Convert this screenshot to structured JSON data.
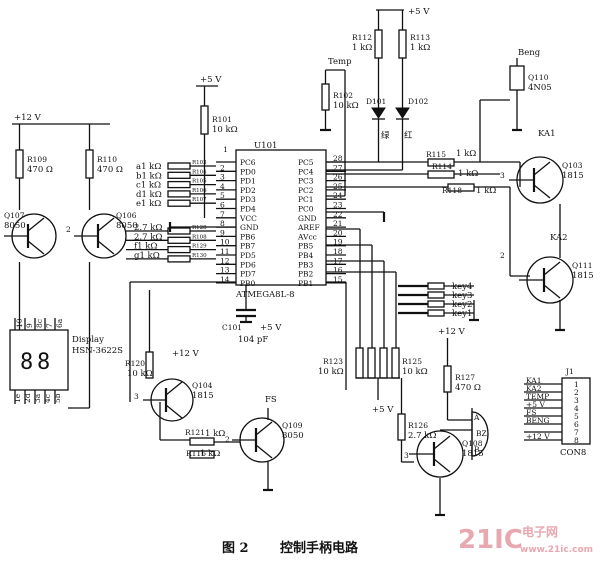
{
  "caption": {
    "fig": "图 2",
    "title": "控制手柄电路"
  },
  "watermark": {
    "brand": "21IC",
    "cn": "电子网",
    "url": "www.21ic.com"
  },
  "mcu": {
    "ref": "U101",
    "part": "ATMEGA8L-8",
    "first_pin": "1",
    "left_pins": [
      {
        "name": "PC6",
        "num": ""
      },
      {
        "name": "PD0",
        "num": "2"
      },
      {
        "name": "PD1",
        "num": "3"
      },
      {
        "name": "PD2",
        "num": "4"
      },
      {
        "name": "PD3",
        "num": "5"
      },
      {
        "name": "PD4",
        "num": "6"
      },
      {
        "name": "VCC",
        "num": "7"
      },
      {
        "name": "GND",
        "num": "8"
      },
      {
        "name": "PB6",
        "num": "9"
      },
      {
        "name": "PB7",
        "num": "10"
      },
      {
        "name": "PD5",
        "num": "11"
      },
      {
        "name": "PD6",
        "num": "12"
      },
      {
        "name": "PD7",
        "num": "13"
      },
      {
        "name": "PB0",
        "num": "14"
      }
    ],
    "right_pins": [
      {
        "name": "PC5",
        "num": "28"
      },
      {
        "name": "PC4",
        "num": "27"
      },
      {
        "name": "PC3",
        "num": "26"
      },
      {
        "name": "PC2",
        "num": "25"
      },
      {
        "name": "PC1",
        "num": "24"
      },
      {
        "name": "PC0",
        "num": "23"
      },
      {
        "name": "GND",
        "num": "22"
      },
      {
        "name": "AREF",
        "num": "21"
      },
      {
        "name": "AVcc",
        "num": "20"
      },
      {
        "name": "PB5",
        "num": "19"
      },
      {
        "name": "PB4",
        "num": "18"
      },
      {
        "name": "PB3",
        "num": "17"
      },
      {
        "name": "PB2",
        "num": "16"
      },
      {
        "name": "PB1",
        "num": "15"
      }
    ]
  },
  "supplies": {
    "v12_top": "+12 V",
    "v5_mcu": "+5 V",
    "v5_top": "+5 V",
    "v5_cap": "+5 V",
    "v12_sw": "+12 V",
    "v5_bottom": "+5 V",
    "v12_buzzer": "+12 V"
  },
  "display": {
    "label": "Display",
    "part": "HSN-3622S",
    "pins_top": [
      "10",
      "9",
      "8c",
      "7",
      "6a"
    ],
    "pins_bottom": [
      "1e",
      "2d",
      "3a",
      "4c",
      "5b"
    ],
    "digit_a": "8",
    "digit_b": "8"
  },
  "transistors": {
    "q107": {
      "ref": "Q107",
      "part": "8050"
    },
    "q106": {
      "ref": "Q106",
      "part": "8050"
    },
    "q104": {
      "ref": "Q104",
      "part": "1815"
    },
    "q103": {
      "ref": "Q103",
      "part": "1815"
    },
    "q108": {
      "ref": "Q108",
      "part": "1815"
    },
    "q109": {
      "ref": "Q109",
      "part": "8050"
    },
    "q111": {
      "ref": "Q111",
      "part": "1815"
    },
    "q110": {
      "ref": "Q110",
      "part": "4N05"
    }
  },
  "resistors": {
    "r109": {
      "ref": "R109",
      "val": "470 Ω"
    },
    "r110": {
      "ref": "R110",
      "val": "470 Ω"
    },
    "r101": {
      "ref": "R101",
      "val": "10 kΩ"
    },
    "r102": {
      "ref": "R102",
      "val": "10 kΩ"
    },
    "r112": {
      "ref": "R112",
      "val": "1 kΩ"
    },
    "r113": {
      "ref": "R113",
      "val": "1 kΩ"
    },
    "r115": {
      "ref": "R115",
      "val": "1 kΩ"
    },
    "r114": {
      "ref": "R114",
      "val": "1 kΩ"
    },
    "r118": {
      "ref": "R118",
      "val": "1 kΩ"
    },
    "r116": {
      "ref": "R116",
      "val": "1 kΩ"
    },
    "r117": {
      "ref": "R117",
      "val": "1 kΩ"
    },
    "r121": {
      "ref": "R121",
      "val": "1 kΩ"
    },
    "r120": {
      "ref": "R120",
      "val": "10 kΩ"
    },
    "r127": {
      "ref": "R127",
      "val": "470 Ω"
    },
    "r126": {
      "ref": "R126",
      "val": "2.7 kΩ"
    },
    "r_net": {
      "ref": "R123",
      "val": "10 kΩ",
      "ref2": "R125",
      "val2": "10 kΩ"
    }
  },
  "seg_resistors": [
    {
      "label": "a1 kΩ",
      "ref": "R103"
    },
    {
      "label": "b1 kΩ",
      "ref": "R104"
    },
    {
      "label": "c1 kΩ",
      "ref": "R105"
    },
    {
      "label": "d1 kΩ",
      "ref": "R106"
    },
    {
      "label": "e1 kΩ",
      "ref": "R107"
    }
  ],
  "seg_resistors2": [
    {
      "label": "2.7 kΩ",
      "ref": "R128"
    },
    {
      "label": "2.7 kΩ",
      "ref": "R108"
    },
    {
      "label": "f1 kΩ",
      "ref": "R129"
    },
    {
      "label": "g1 kΩ",
      "ref": "R130"
    }
  ],
  "capacitor": {
    "ref": "C101",
    "val": "104 pF"
  },
  "leds": {
    "d1": "D101",
    "d2": "D102",
    "green": "绿",
    "red": "红"
  },
  "labels": {
    "temp": "Temp",
    "beng": "Beng",
    "ka1": "KA1",
    "ka2": "KA2",
    "fs": "FS",
    "bz": "BZ",
    "bz_a": "A",
    "bz_b": "B"
  },
  "pin_numbers": {
    "n3a": "3",
    "n3b": "3",
    "n3c": "3",
    "n2a": "2",
    "n2b": "2",
    "n2c": "2"
  },
  "keys": [
    "key4",
    "key3",
    "key2",
    "key1"
  ],
  "connector": {
    "ref": "J1",
    "part": "CON8",
    "nets": [
      "KA1",
      "KA2",
      "TEMP",
      "+5 V",
      "FS",
      "BENG",
      "",
      "+12 V"
    ],
    "pins": [
      "1",
      "2",
      "3",
      "4",
      "5",
      "6",
      "7",
      "8"
    ]
  }
}
